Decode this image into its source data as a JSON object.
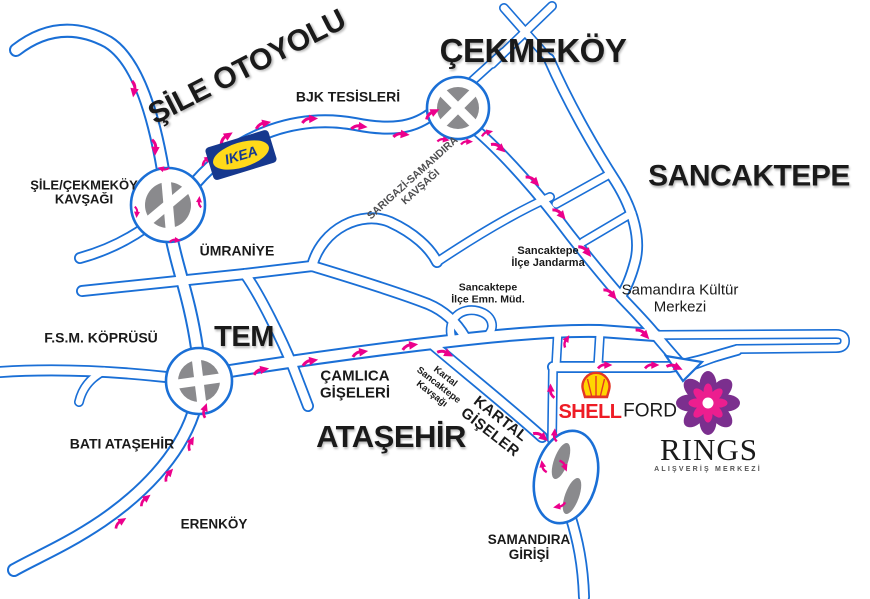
{
  "page": {
    "title": "RINGS Alışveriş Merkezi ulaşım krokisi"
  },
  "colors": {
    "road_outline": "#1A6FD6",
    "road_surface": "#FFFFFF",
    "direction_arrow": "#EC008C",
    "roundabout_island": "#8A8A8D",
    "text": "#1A1A1A",
    "secondary_text": "#4D4D4F"
  },
  "labels": {
    "sile_otoyolu": "ŞİLE OTOYOLU",
    "cekmekoy": "ÇEKMEKÖY",
    "bjk_tesisleri": "BJK TESİSLERİ",
    "sile_cekmekoy_kavsagi": "ŞİLE/ÇEKMEKÖY\nKAVŞAĞI",
    "umraniye": "ÜMRANİYE",
    "sarigazi_samandira_kavsagi": "SARIGAZİ-SAMANDIRA\nKAVŞAĞI",
    "sancaktepe": "SANCAKTEPE",
    "sancaktepe_ilce_jandarma": "Sancaktepe\nİlçe Jandarma",
    "sancaktepe_ilce_emn_mud": "Sancaktepe\nİlçe Emn. Müd.",
    "samandira_kultur_merkezi": "Samandıra Kültür\nMerkezi",
    "fsm_koprusu": "F.S.M. KÖPRÜSÜ",
    "tem": "TEM",
    "camlica_giseleri": "ÇAMLICA\nGİŞELERİ",
    "atasehir": "ATAŞEHİR",
    "bati_atasehir": "BATI ATAŞEHİR",
    "erenkoy": "ERENKÖY",
    "kartal_sancaktepe_kavsagi": "Kartal\nSancaktepe\nKavşağı",
    "kartal_giseler": "KARTAL\nGİŞELER",
    "samandira_girisi": "SAMANDIRA\nGİRİŞİ"
  },
  "logos": {
    "ikea": {
      "text": "IKEA",
      "bg": "#16388E",
      "oval": "#FFDA1A"
    },
    "shell": {
      "text": "SHELL",
      "shell_yellow": "#FFD500",
      "shell_red": "#E43625",
      "word_red": "#EE1C25"
    },
    "ford": {
      "text": "FORD"
    },
    "rings": {
      "text": "RINGS",
      "subtitle": "ALIŞVERİŞ MERKEZİ",
      "petal_outer": "#7B2F8E",
      "petal_inner": "#EC1E8F"
    }
  },
  "map": {
    "roundabouts": [
      "Şile/Çekmeköy Kavşağı",
      "Çekmeköy",
      "TEM",
      "Samandıra Girişi"
    ]
  }
}
